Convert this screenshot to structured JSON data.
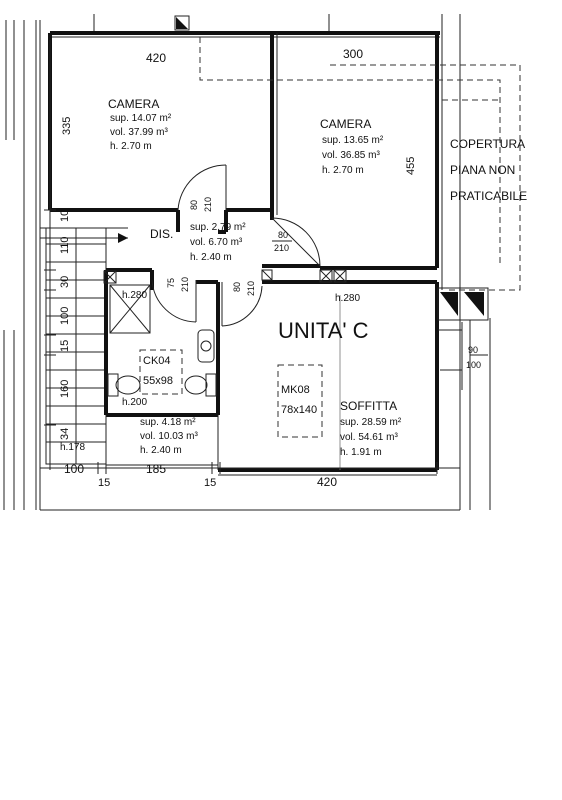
{
  "unit": {
    "label": "UNITA' C"
  },
  "rooms": {
    "camera1": {
      "name": "CAMERA",
      "sup": "sup. 14.07 m²",
      "vol": "vol. 37.99 m³",
      "h": "h.   2.70 m"
    },
    "camera2": {
      "name": "CAMERA",
      "sup": "sup. 13.65 m²",
      "vol": "vol. 36.85 m³",
      "h": "h.   2.70 m"
    },
    "dis": {
      "name": "DIS.",
      "sup": "sup.  2.79 m²",
      "vol": "vol.  6.70 m³",
      "h": "h.    2.40 m"
    },
    "bagno": {
      "sup": "sup. 4.18 m²",
      "vol": "vol. 10.03 m³",
      "h": "h.   2.40 m"
    },
    "soffitta": {
      "name": "SOFFITTA",
      "sup": "sup. 28.59 m²",
      "vol": "vol. 54.61 m³",
      "h": "h.   1.91 m"
    }
  },
  "copertura": {
    "line1": "COPERTURA",
    "line2": "PIANA NON",
    "line3": "PRATICABILE"
  },
  "heights": {
    "h280a": "h.280",
    "h280b": "h.280",
    "h200": "h.200",
    "h178": "h.178"
  },
  "windows": {
    "ck04": {
      "code": "CK04",
      "size": "55x98"
    },
    "mk08": {
      "code": "MK08",
      "size": "78x140"
    }
  },
  "doors": {
    "d1": {
      "w": "80",
      "h": "210"
    },
    "d2": {
      "w": "80",
      "h": "210"
    },
    "d3": {
      "w": "75",
      "h": "210"
    },
    "d4": {
      "w": "80",
      "h": "210"
    },
    "d5": {
      "w": "90",
      "h": "100"
    }
  },
  "dims": {
    "top420": "420",
    "top300": "300",
    "v335": "335",
    "v455": "455",
    "v10": "10",
    "v110": "110",
    "v30": "30",
    "v100": "100",
    "v15": "15",
    "v160": "160",
    "v34": "34",
    "b100": "100",
    "b15a": "15",
    "b185": "185",
    "b15b": "15",
    "b420": "420"
  }
}
